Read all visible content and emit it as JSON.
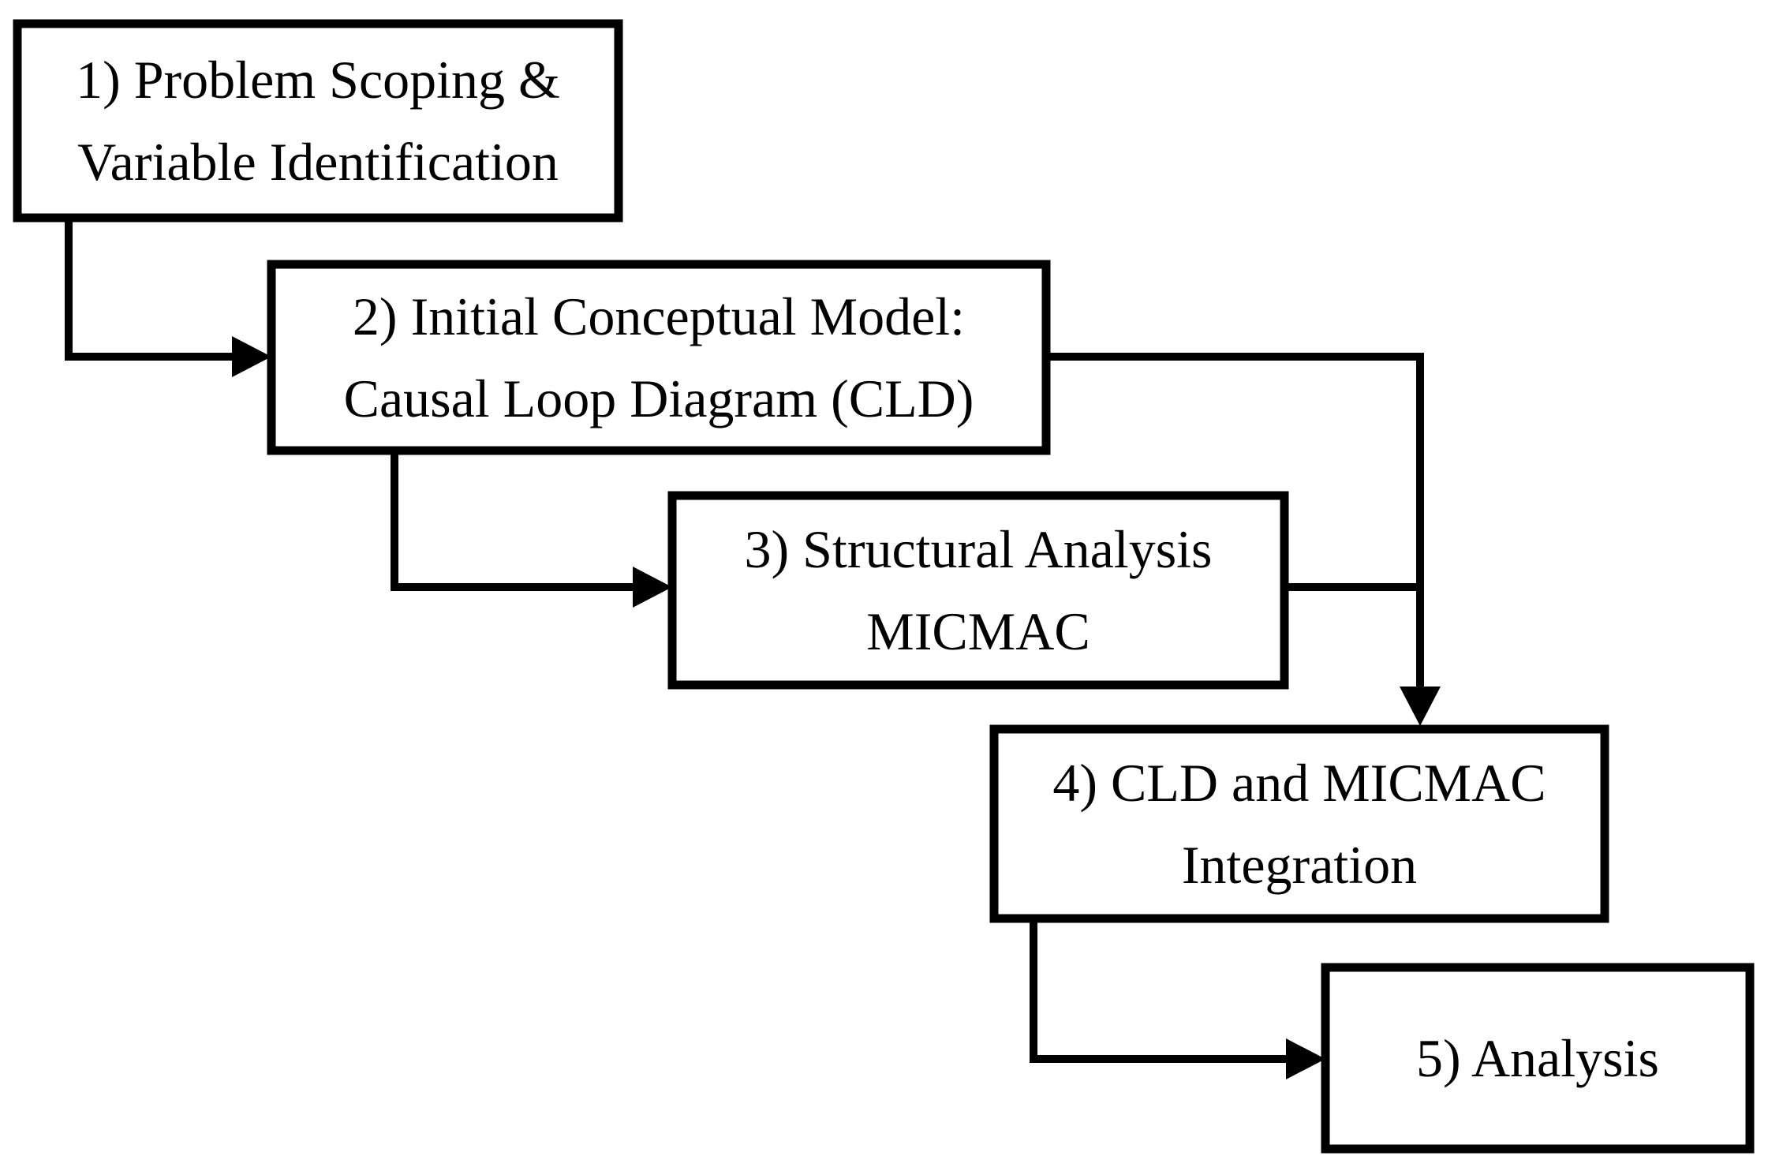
{
  "diagram": {
    "type": "flowchart",
    "background_color": "#ffffff",
    "box_fill_color": "#ffffff",
    "line_color": "#000000",
    "text_color": "#000000",
    "steps": [
      {
        "id": "step-1",
        "lines": [
          "1) Problem Scoping &",
          "Variable Identification"
        ]
      },
      {
        "id": "step-2",
        "lines": [
          "2) Initial Conceptual Model:",
          "Causal Loop Diagram (CLD)"
        ]
      },
      {
        "id": "step-3",
        "lines": [
          "3) Structural Analysis",
          "MICMAC"
        ]
      },
      {
        "id": "step-4",
        "lines": [
          "4) CLD and MICMAC",
          "Integration"
        ]
      },
      {
        "id": "step-5",
        "lines": [
          "5) Analysis"
        ]
      }
    ],
    "edges": [
      {
        "from": "step-1",
        "to": "step-2"
      },
      {
        "from": "step-2",
        "to": "step-3"
      },
      {
        "from": "step-2",
        "to": "step-4"
      },
      {
        "from": "step-3",
        "to": "step-4"
      },
      {
        "from": "step-4",
        "to": "step-5"
      }
    ]
  }
}
